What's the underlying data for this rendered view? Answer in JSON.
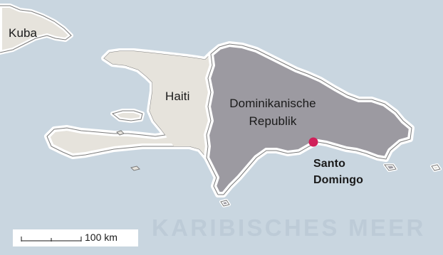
{
  "map": {
    "colors": {
      "sea": "#c9d6e0",
      "haiti_land": "#e6e3dc",
      "dominican_land": "#9c9aa1",
      "coast_halo": "#ffffff",
      "outline": "#7a7a7a",
      "city_marker": "#d0205a",
      "sea_label": "#bdcbd7"
    },
    "labels": {
      "cuba": "Kuba",
      "haiti": "Haiti",
      "dominican_republic_line1": "Dominikanische",
      "dominican_republic_line2": "Republik",
      "capital_line1": "Santo",
      "capital_line2": "Domingo",
      "sea": "KARIBISCHES MEER"
    },
    "scale": {
      "label": "100 km"
    }
  }
}
